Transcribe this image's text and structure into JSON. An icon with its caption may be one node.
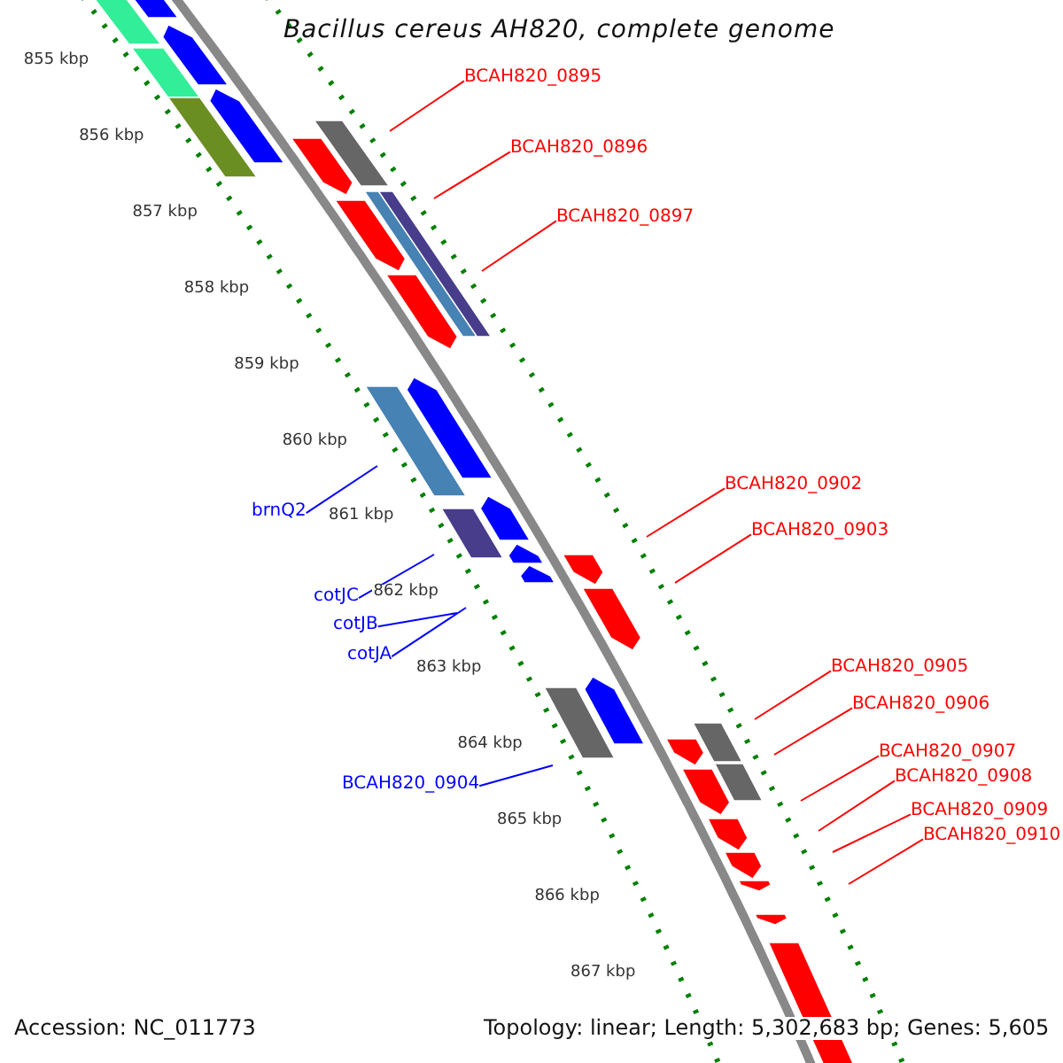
{
  "diagram": {
    "title": "Bacillus cereus AH820, complete genome",
    "nodes": [
      {
        "text": [
          "BCAH820_0895"
        ]
      },
      {
        "text": [
          "BCAH820_0896"
        ]
      },
      {
        "text": [
          "BCAH820_0897"
        ]
      },
      {
        "text": [
          "BCAH820_0902"
        ]
      },
      {
        "text": [
          "brnQ2"
        ]
      },
      {
        "text": [
          "BCAH820_0903"
        ]
      },
      {
        "text": [
          "cotJC"
        ]
      },
      {
        "text": [
          "cotJB"
        ]
      },
      {
        "text": [
          "cotJA"
        ]
      },
      {
        "text": [
          "BCAH820_0905"
        ]
      },
      {
        "text": [
          "BCAH820_0906"
        ]
      },
      {
        "text": [
          "BCAH820_0907"
        ]
      },
      {
        "text": [
          "BCAH820_0908"
        ]
      },
      {
        "text": [
          "BCAH820_0904"
        ]
      },
      {
        "text": [
          "BCAH820_0909"
        ]
      },
      {
        "text": [
          "BCAH820_0910"
        ]
      }
    ],
    "edges": [
      {
        "from": 0,
        "to": null,
        "arrow": "none"
      },
      {
        "from": 1,
        "to": null,
        "arrow": "none"
      },
      {
        "from": 2,
        "to": null,
        "arrow": "none"
      },
      {
        "from": 3,
        "to": null,
        "arrow": "none"
      },
      {
        "from": 4,
        "to": null,
        "arrow": "none",
        "color": "#0000ff"
      },
      {
        "from": 5,
        "to": null,
        "arrow": "none"
      },
      {
        "from": 6,
        "to": null,
        "arrow": "none",
        "color": "#0000ff"
      },
      {
        "from": 7,
        "to": null,
        "arrow": "none",
        "color": "#0000ff"
      },
      {
        "from": 8,
        "to": null,
        "arrow": "none",
        "color": "#0000ff"
      },
      {
        "from": 9,
        "to": null,
        "arrow": "none"
      },
      {
        "from": 10,
        "to": null,
        "arrow": "none"
      },
      {
        "from": 11,
        "to": null,
        "arrow": "none"
      },
      {
        "from": 12,
        "to": null,
        "arrow": "none"
      },
      {
        "from": 13,
        "to": null,
        "arrow": "none",
        "color": "#0000ff"
      },
      {
        "from": 14,
        "to": null,
        "arrow": "none"
      },
      {
        "from": 15,
        "to": null,
        "arrow": "none"
      }
    ],
    "labels": [
      "855 kbp",
      "856 kbp",
      "857 kbp",
      "858 kbp",
      "859 kbp",
      "860 kbp",
      "861 kbp",
      "862 kbp",
      "863 kbp",
      "864 kbp",
      "865 kbp",
      "866 kbp",
      "867 kbp",
      "Accession: NC_011773",
      "Topology: linear; Length: 5,302,683 bp; Genes: 5,605"
    ]
  }
}
